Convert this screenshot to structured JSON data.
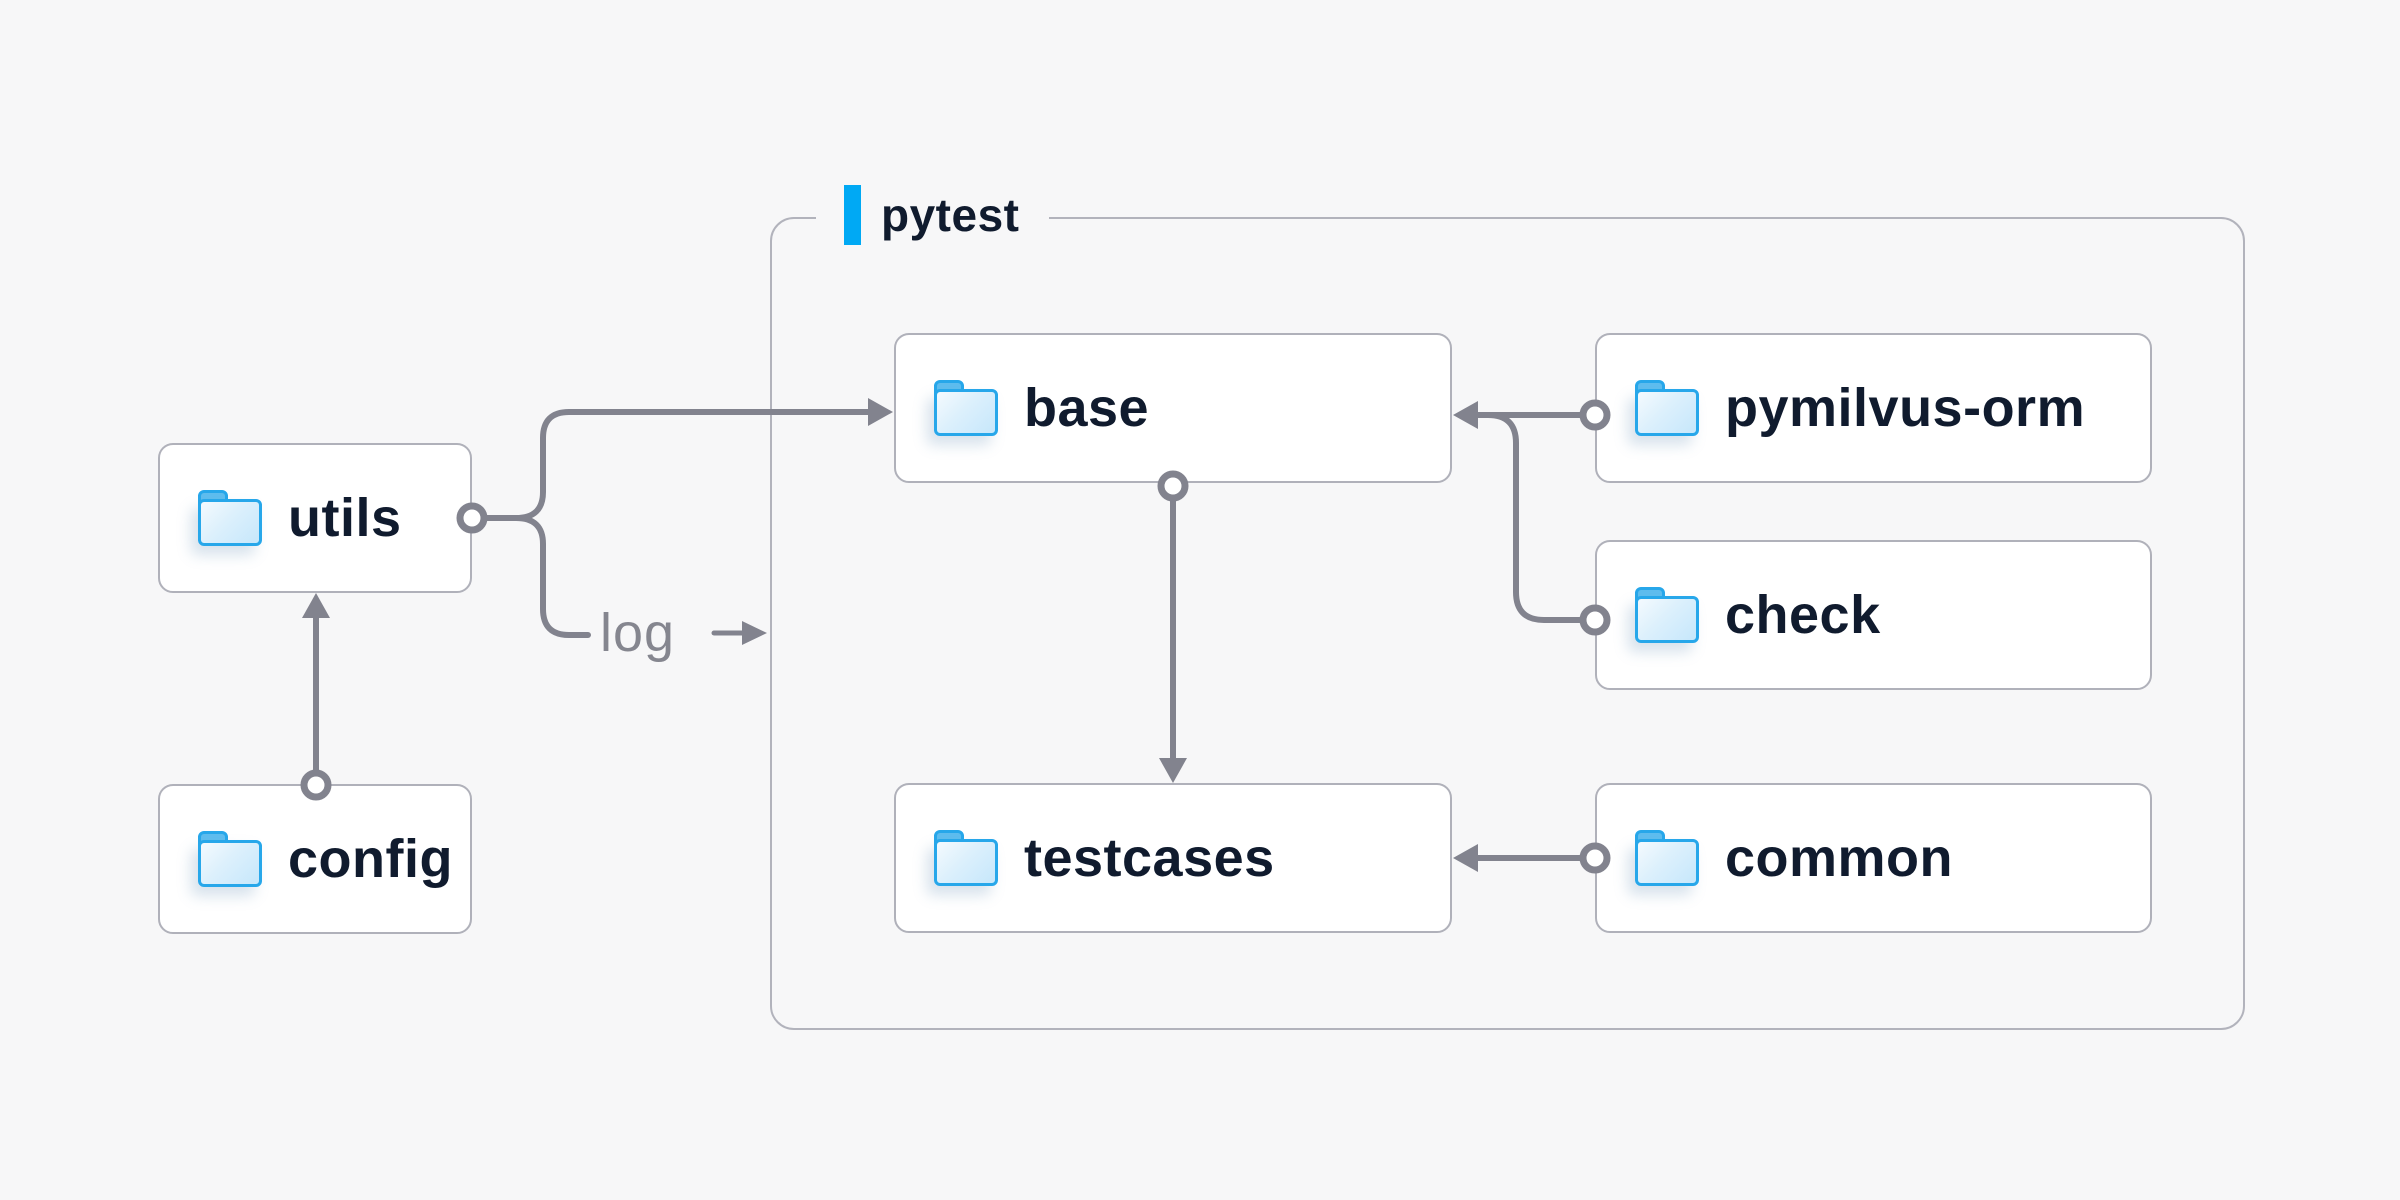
{
  "group": {
    "label": "pytest"
  },
  "nodes": {
    "utils": {
      "label": "utils"
    },
    "config": {
      "label": "config"
    },
    "base": {
      "label": "base"
    },
    "testcases": {
      "label": "testcases"
    },
    "pymilvus_orm": {
      "label": "pymilvus-orm"
    },
    "check": {
      "label": "check"
    },
    "common": {
      "label": "common"
    }
  },
  "edge_labels": {
    "log": "log"
  },
  "edges": [
    {
      "from": "config",
      "to": "utils"
    },
    {
      "from": "utils",
      "to": "base"
    },
    {
      "from": "utils",
      "to": "pytest-group",
      "label": "log"
    },
    {
      "from": "pymilvus-orm",
      "to": "base"
    },
    {
      "from": "check",
      "to": "base"
    },
    {
      "from": "base",
      "to": "testcases"
    },
    {
      "from": "common",
      "to": "testcases"
    }
  ],
  "colors": {
    "page_background": "#f7f7f8",
    "node_background": "#ffffff",
    "node_border": "#b0b1ba",
    "group_border": "#b2b3bc",
    "connector_gray": "#82838e",
    "label_text": "#101b2e",
    "edge_label_gray": "#85868f",
    "accent_cyan": "#00a9f4",
    "folder_blue": "#27a7ea"
  }
}
